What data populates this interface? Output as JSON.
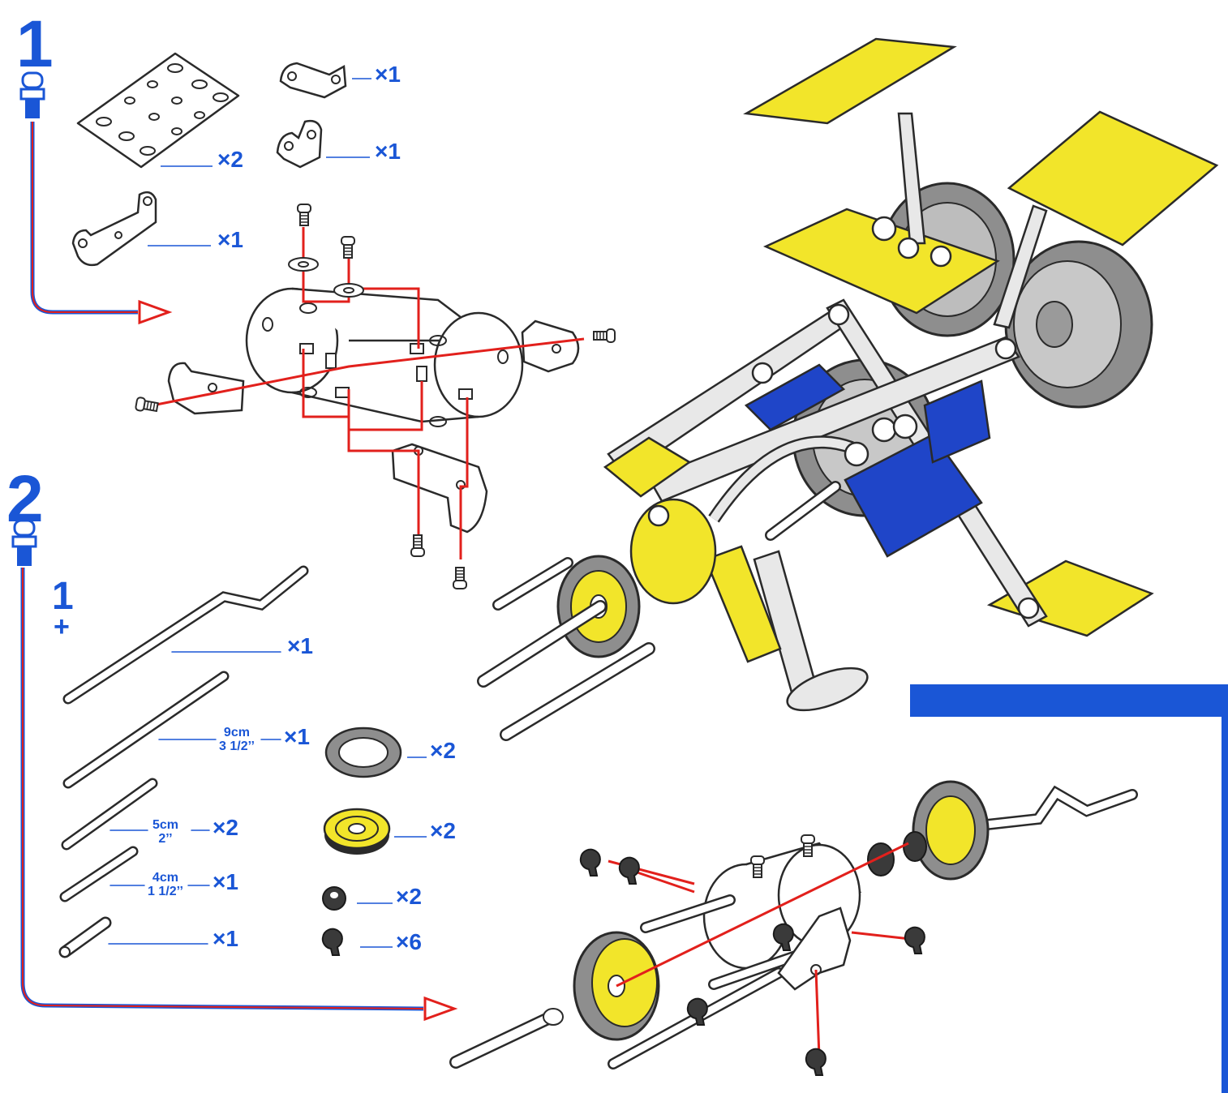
{
  "steps": [
    {
      "number": "1"
    },
    {
      "number": "2"
    }
  ],
  "substep": {
    "number": "1",
    "plus": "+"
  },
  "step1_parts": [
    {
      "name": "flat-plate-5x3",
      "qty": "×2"
    },
    {
      "name": "angle-bracket-small",
      "qty": "×1"
    },
    {
      "name": "double-bracket-small",
      "qty": "×1"
    },
    {
      "name": "double-bracket-long",
      "qty": "×1"
    }
  ],
  "step2_parts": [
    {
      "name": "crank-handle",
      "qty": "×1"
    },
    {
      "name": "axle-9cm",
      "qty": "×1",
      "dim_top": "9cm",
      "dim_bottom": "3 1/2’’"
    },
    {
      "name": "axle-5cm",
      "qty": "×2",
      "dim_top": "5cm",
      "dim_bottom": "2’’"
    },
    {
      "name": "axle-4cm",
      "qty": "×1",
      "dim_top": "4cm",
      "dim_bottom": "1 1/2’’"
    },
    {
      "name": "short-rod",
      "qty": "×1"
    },
    {
      "name": "tyre-ring",
      "qty": "×2"
    },
    {
      "name": "pulley-wheel",
      "qty": "×2"
    },
    {
      "name": "spacer-collar",
      "qty": "×2"
    },
    {
      "name": "clip",
      "qty": "×6"
    }
  ],
  "colors": {
    "accent_blue": "#1a56d6",
    "guide_red": "#e2201c",
    "part_yellow": "#f2e52a",
    "tyre_grey": "#8e8e8e",
    "plate_blue": "#1f45c8",
    "outline": "#2a2a2a"
  }
}
